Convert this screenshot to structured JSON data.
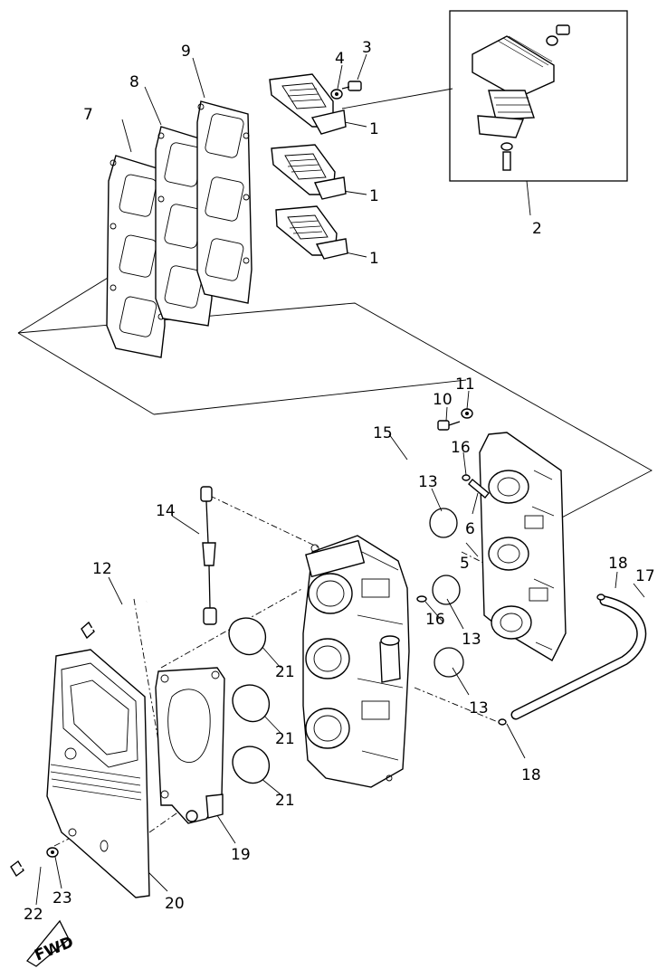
{
  "callouts": {
    "c1a": "1",
    "c1b": "1",
    "c1c": "1",
    "c2": "2",
    "c3": "3",
    "c4": "4",
    "c5": "5",
    "c6": "6",
    "c7": "7",
    "c8": "8",
    "c9": "9",
    "c10": "10",
    "c11": "11",
    "c12": "12",
    "c13a": "13",
    "c13b": "13",
    "c13c": "13",
    "c14": "14",
    "c15": "15",
    "c16a": "16",
    "c16b": "16",
    "c17": "17",
    "c18a": "18",
    "c18b": "18",
    "c19": "19",
    "c20": "20",
    "c21a": "21",
    "c21b": "21",
    "c21c": "21",
    "c22": "22",
    "c23": "23"
  },
  "fwd_label": "FWD"
}
